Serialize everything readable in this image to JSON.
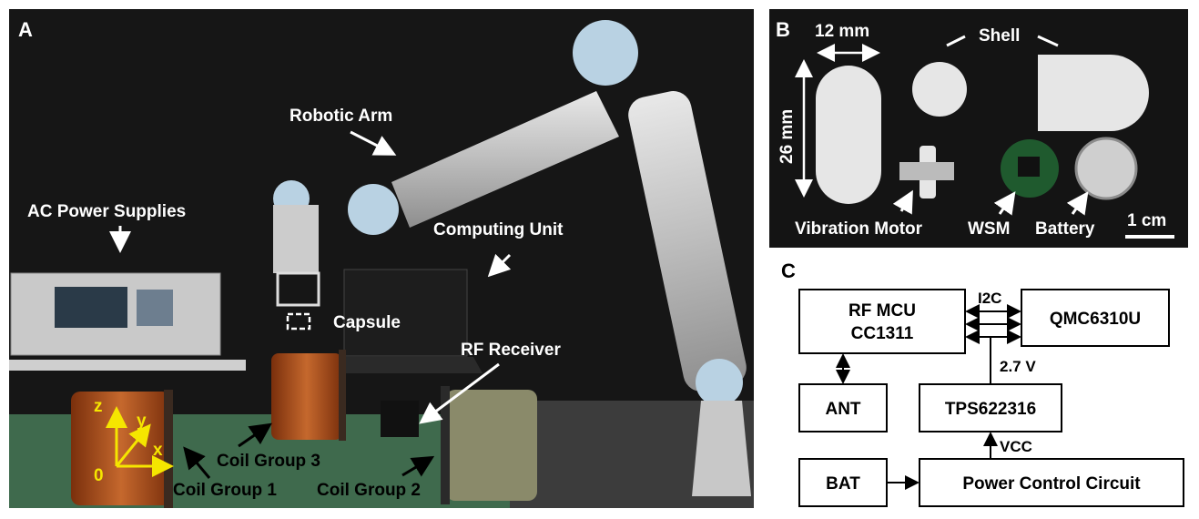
{
  "panel_a": {
    "letter": "A",
    "labels": {
      "robotic_arm": "Robotic Arm",
      "ac_power": "AC Power Supplies",
      "computing_unit": "Computing Unit",
      "capsule": "Capsule",
      "rf_receiver": "RF Receiver",
      "coil_group_1": "Coil Group 1",
      "coil_group_2": "Coil Group 2",
      "coil_group_3": "Coil Group 3"
    },
    "axes": {
      "x": "x",
      "y": "y",
      "z": "z",
      "origin": "0"
    }
  },
  "panel_b": {
    "letter": "B",
    "labels": {
      "width": "12 mm",
      "length": "26 mm",
      "shell": "Shell",
      "vibration_motor": "Vibration Motor",
      "wsm": "WSM",
      "battery": "Battery",
      "scale": "1 cm"
    }
  },
  "panel_c": {
    "letter": "C",
    "blocks": {
      "mcu_line1": "RF MCU",
      "mcu_line2": "CC1311",
      "sensor": "QMC6310U",
      "ant": "ANT",
      "regulator": "TPS622316",
      "bat": "BAT",
      "power_ctrl": "Power Control Circuit"
    },
    "signals": {
      "i2c": "I2C",
      "v27": "2.7 V",
      "vcc": "VCC"
    }
  },
  "colors": {
    "arrow_yellow": "#f5e600",
    "copper": "#b5541c",
    "backdrop": "#151515"
  }
}
